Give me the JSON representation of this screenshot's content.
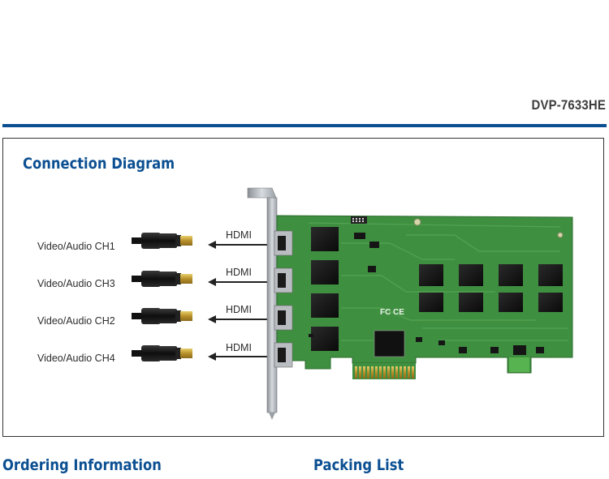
{
  "header": {
    "model": "DVP-7633HE"
  },
  "diagram": {
    "title": "Connection Diagram",
    "channels": [
      {
        "label": "Video/Audio   CH1",
        "cable_label": "HDMI"
      },
      {
        "label": "Video/Audio   CH3",
        "cable_label": "HDMI"
      },
      {
        "label": "Video/Audio   CH2",
        "cable_label": "HDMI"
      },
      {
        "label": "Video/Audio   CH4",
        "cable_label": "HDMI"
      }
    ],
    "board_markings": [
      "FC",
      "CE"
    ]
  },
  "sections": {
    "ordering_title": "Ordering Information",
    "packing_title": "Packing List"
  },
  "colors": {
    "accent": "#0b4f92",
    "pcb": "#3d8f3f",
    "gold": "#c9a43a"
  }
}
